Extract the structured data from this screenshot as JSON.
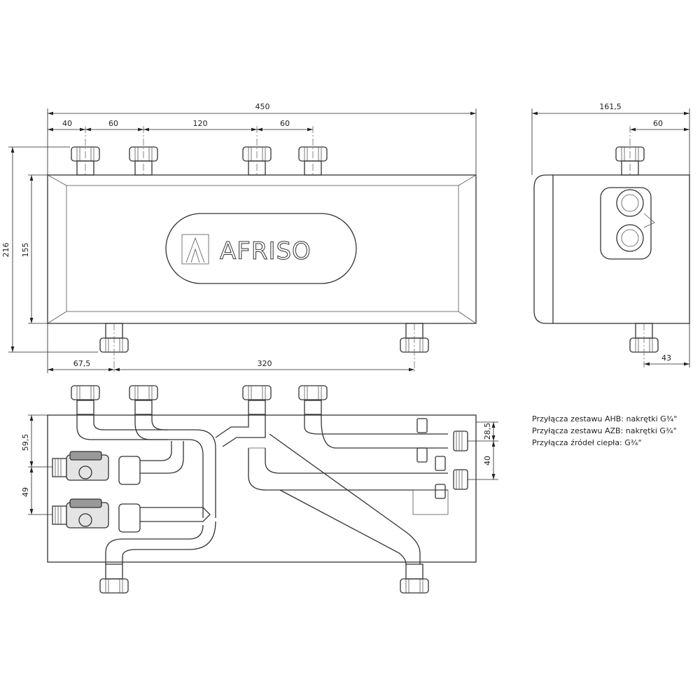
{
  "front_view": {
    "dim_total_width": "450",
    "dim_top": [
      "40",
      "60",
      "120",
      "60"
    ],
    "dim_total_height": "216",
    "dim_body_height": "155",
    "dim_bottom": [
      "67,5",
      "320"
    ],
    "logo_text": "AFRISO"
  },
  "side_view": {
    "dim_depth": "161,5",
    "dim_top_offset": "60",
    "dim_bottom_offset": "43"
  },
  "bottom_view": {
    "dim_left": [
      "59,5",
      "49"
    ],
    "dim_right": [
      "28,5",
      "40"
    ]
  },
  "notes": [
    "Przyłącza zestawu AHB: nakrętki G¾\"",
    "Przyłącza zestawu AZB: nakrętki G¾\"",
    "Przyłącza źródeł ciepła: G¾\""
  ]
}
